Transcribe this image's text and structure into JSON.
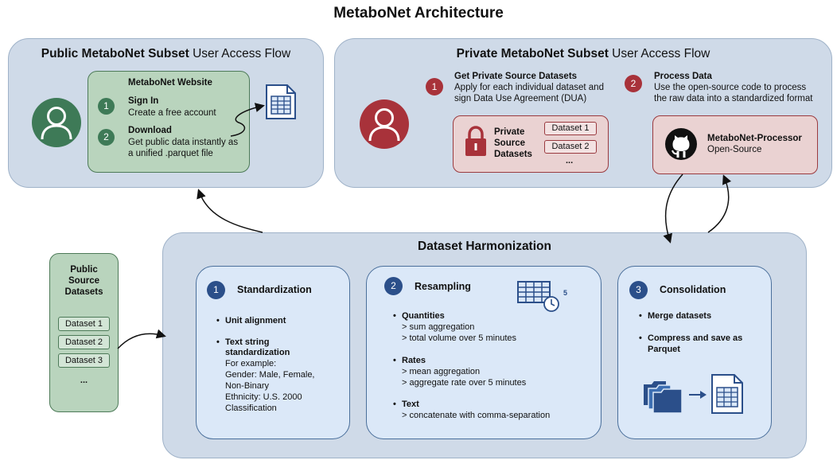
{
  "title": "MetaboNet Architecture",
  "public_panel": {
    "title_bold": "Public MetaboNet Subset",
    "title_rest": " User Access Flow",
    "website_title": "MetaboNet Website",
    "step1_num": "1",
    "step1_title": "Sign In",
    "step1_text": "Create a free account",
    "step2_num": "2",
    "step2_title": "Download",
    "step2_text_line1": "Get public data instantly as",
    "step2_text_line2": "a unified .parquet file"
  },
  "private_panel": {
    "title_bold": "Private MetaboNet Subset",
    "title_rest": " User Access Flow",
    "step1_num": "1",
    "step1_title": "Get Private Source Datasets",
    "step1_text_line1": "Apply for each individual dataset and",
    "step1_text_line2": "sign Data Use Agreement (DUA)",
    "step2_num": "2",
    "step2_title": "Process Data",
    "step2_text_line1": "Use the open-source code to process",
    "step2_text_line2": "the raw data into a standardized format",
    "private_label_line1": "Private",
    "private_label_line2": "Source",
    "private_label_line3": "Datasets",
    "datasets": [
      "Dataset 1",
      "Dataset 2"
    ],
    "datasets_more": "...",
    "processor_title": "MetaboNet-Processor",
    "processor_sub": "Open-Source"
  },
  "public_source": {
    "title_line1": "Public",
    "title_line2": "Source",
    "title_line3": "Datasets",
    "datasets": [
      "Dataset 1",
      "Dataset 2",
      "Dataset 3"
    ],
    "more": "..."
  },
  "harmonization": {
    "title": "Dataset Harmonization",
    "standardization": {
      "num": "1",
      "title": "Standardization",
      "bullet1": "Unit alignment",
      "bullet2_line1": "Text string",
      "bullet2_line2": "standardization",
      "example_lines": [
        "For example:",
        "Gender: Male, Female,",
        "Non-Binary",
        "Ethnicity: U.S. 2000",
        "Classification"
      ]
    },
    "resampling": {
      "num": "2",
      "title": "Resampling",
      "clock_label": "5",
      "quantities": "Quantities",
      "quantities_lines": [
        "> sum aggregation",
        "> total volume over 5 minutes"
      ],
      "rates": "Rates",
      "rates_lines": [
        "> mean aggregation",
        "> aggregate rate over 5 minutes"
      ],
      "text": "Text",
      "text_lines": [
        "> concatenate with comma-separation"
      ]
    },
    "consolidation": {
      "num": "3",
      "title": "Consolidation",
      "bullet1": "Merge datasets",
      "bullet2_line1": "Compress and save as",
      "bullet2_line2": "Parquet"
    }
  },
  "colors": {
    "panel_blue": "#cfdae8",
    "public_green": "#3e7a57",
    "private_red": "#a8323a",
    "harm_blue": "#2b4f8a"
  }
}
